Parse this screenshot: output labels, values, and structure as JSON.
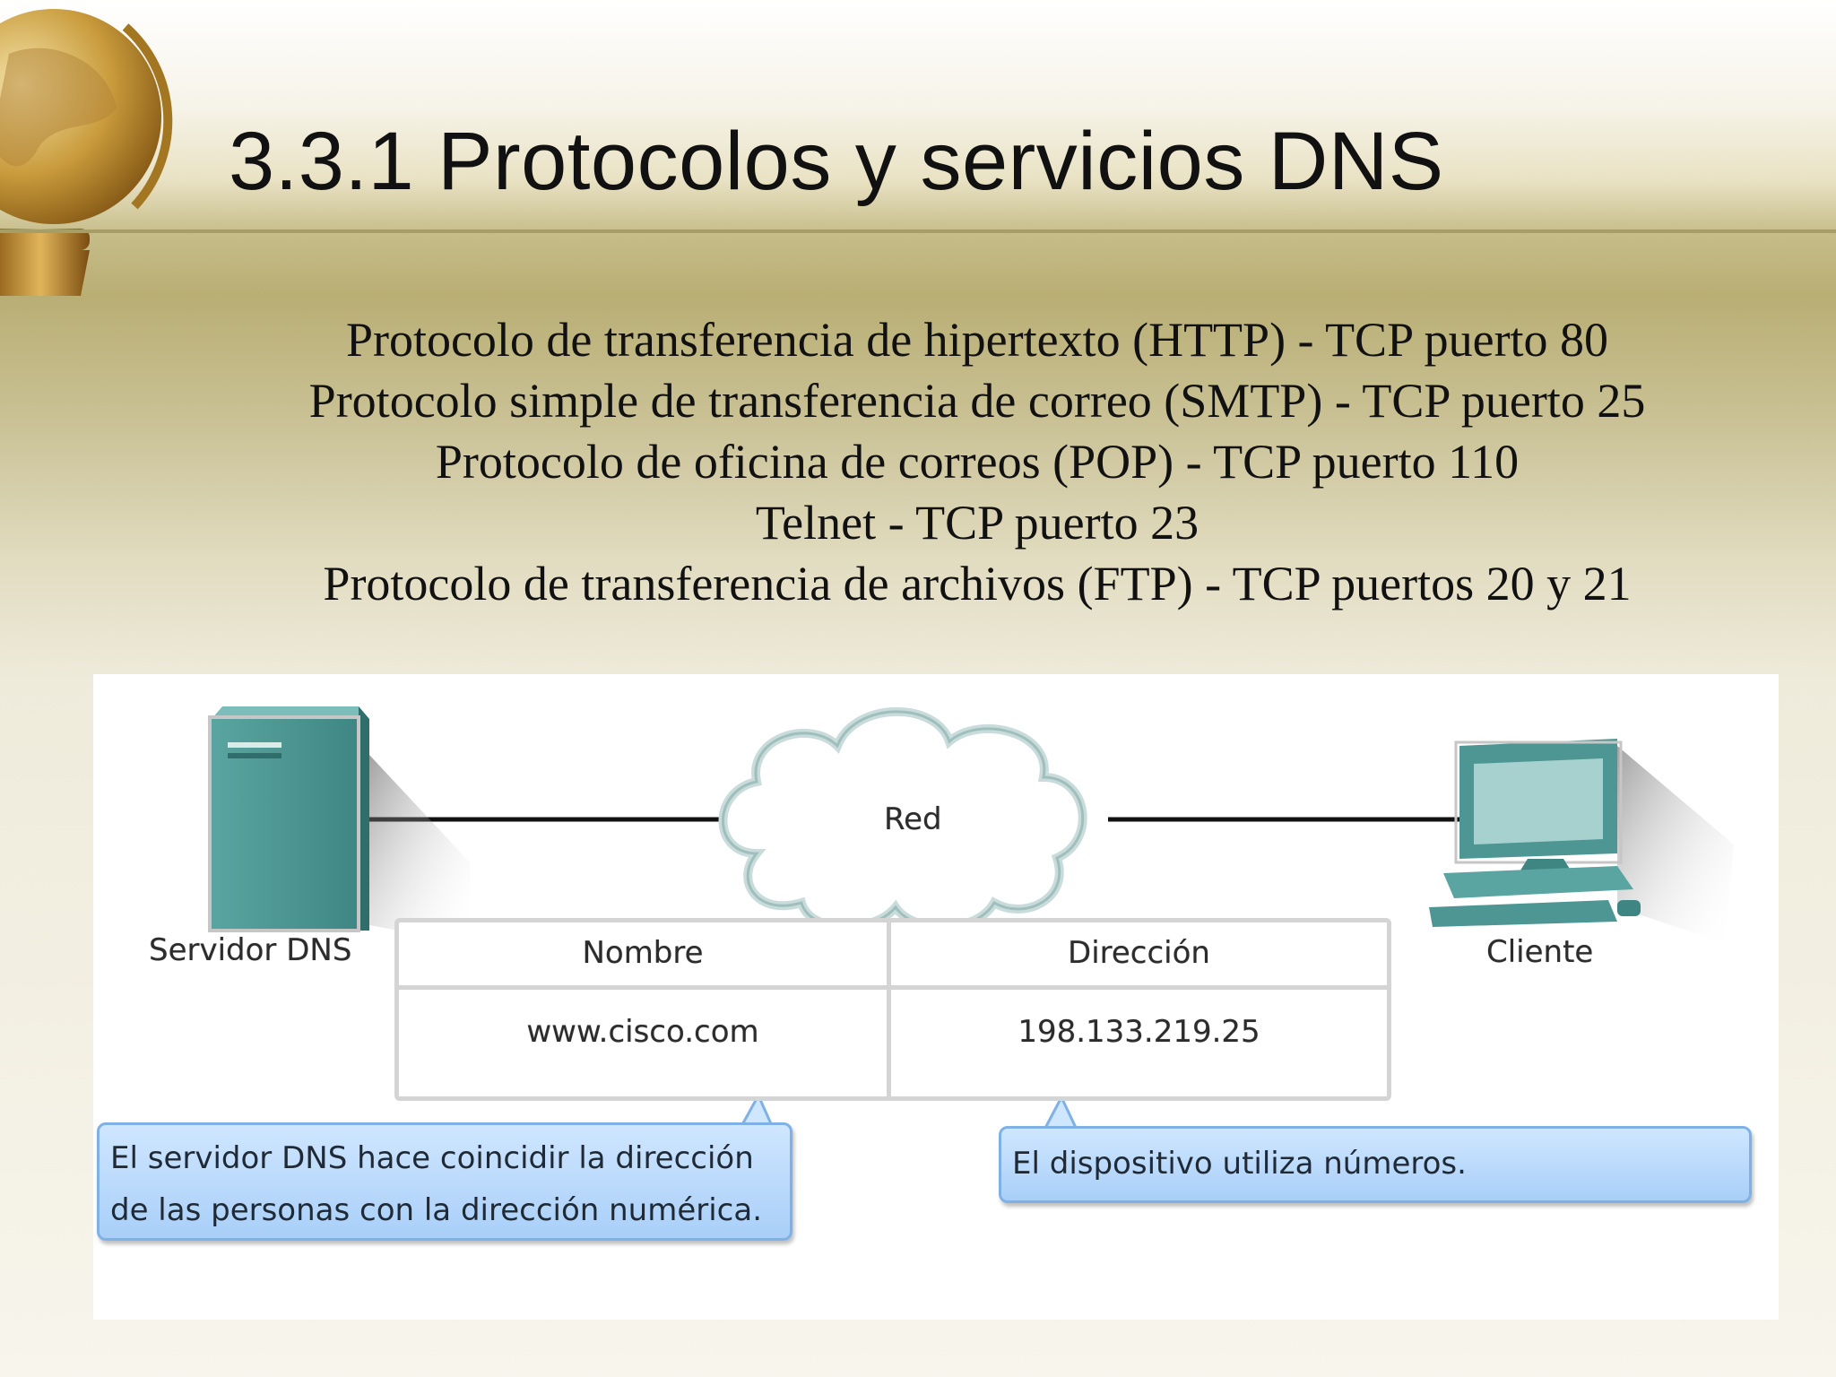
{
  "slide": {
    "title": "3.3.1 Protocolos y servicios DNS",
    "protocols": [
      "Protocolo de transferencia de hipertexto (HTTP) - TCP puerto 80",
      "Protocolo simple de transferencia de correo (SMTP) - TCP puerto 25",
      "Protocolo de oficina de correos (POP) - TCP puerto 110",
      "Telnet - TCP puerto 23",
      "Protocolo de transferencia de archivos (FTP) - TCP puertos 20 y 21"
    ]
  },
  "diagram": {
    "server_label": "Servidor DNS",
    "network_label": "Red",
    "client_label": "Cliente",
    "table": {
      "headers": [
        "Nombre",
        "Dirección"
      ],
      "row": [
        "www.cisco.com",
        "198.133.219.25"
      ]
    },
    "callout_left": [
      "El servidor DNS hace coincidir la dirección",
      "de las personas con la dirección numérica."
    ],
    "callout_right": "El dispositivo utiliza números."
  },
  "colors": {
    "device_teal": "#4e9693",
    "callout_blue": "#b5d8fb"
  }
}
